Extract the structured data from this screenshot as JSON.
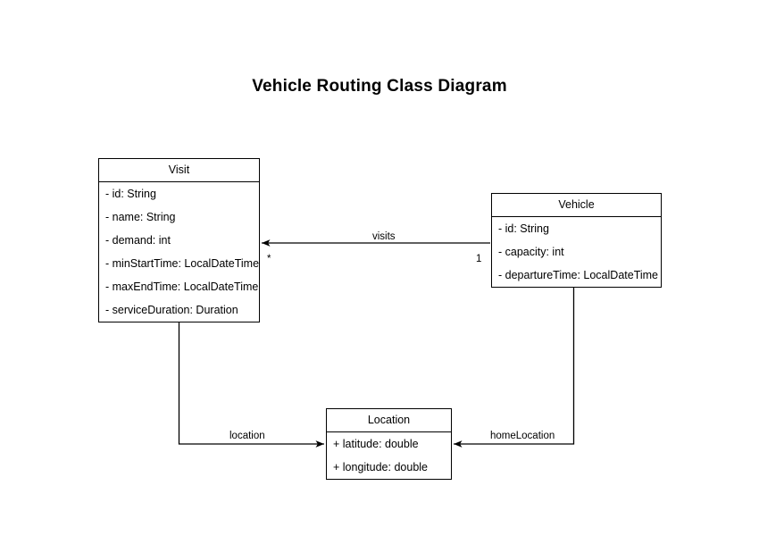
{
  "diagram": {
    "title": "Vehicle Routing Class Diagram",
    "type": "uml-class-diagram",
    "background_color": "#ffffff",
    "line_color": "#000000",
    "text_color": "#000000",
    "classes": [
      {
        "id": "visit",
        "name": "Visit",
        "attributes": [
          "- id: String",
          "- name: String",
          "- demand: int",
          "- minStartTime: LocalDateTime",
          "- maxEndTime: LocalDateTime",
          "- serviceDuration: Duration"
        ]
      },
      {
        "id": "vehicle",
        "name": "Vehicle",
        "attributes": [
          "- id: String",
          "- capacity: int",
          "- departureTime: LocalDateTime"
        ]
      },
      {
        "id": "location",
        "name": "Location",
        "attributes": [
          "+ latitude: double",
          "+ longitude: double"
        ]
      }
    ],
    "relationships": [
      {
        "id": "visits",
        "label": "visits",
        "from": "vehicle",
        "to": "visit",
        "source_multiplicity": "1",
        "target_multiplicity": "*",
        "arrow": "open-directed"
      },
      {
        "id": "location",
        "label": "location",
        "from": "visit",
        "to": "location",
        "source_multiplicity": "",
        "target_multiplicity": "",
        "arrow": "open-directed"
      },
      {
        "id": "homeLocation",
        "label": "homeLocation",
        "from": "vehicle",
        "to": "location",
        "source_multiplicity": "",
        "target_multiplicity": "",
        "arrow": "open-directed"
      }
    ]
  }
}
